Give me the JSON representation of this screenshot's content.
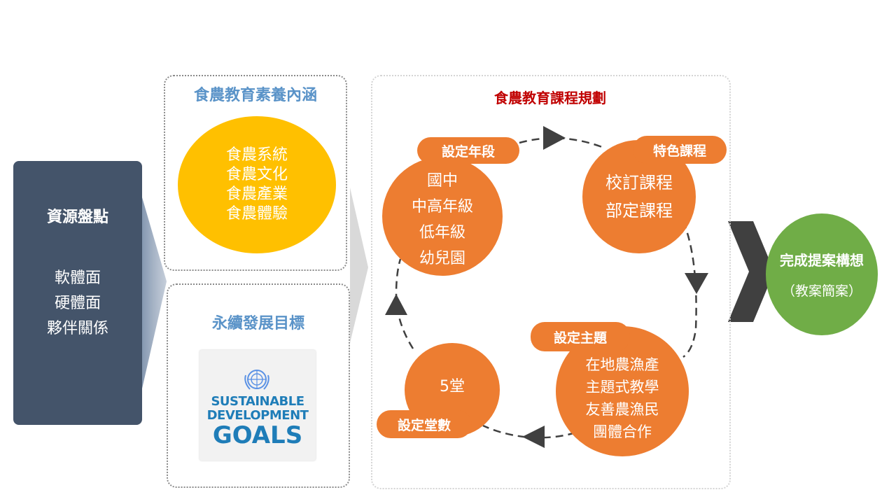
{
  "resource": {
    "title": "資源盤點",
    "lines": [
      "軟體面",
      "硬體面",
      "夥伴關係"
    ]
  },
  "literacy": {
    "title": "食農教育素養內涵",
    "items": [
      "食農系統",
      "食農文化",
      "食農產業",
      "食農體驗"
    ]
  },
  "sdg_section": {
    "title": "永續發展目標",
    "logo_words": [
      "SUSTAINABLE",
      "DEVELOPMENT",
      "GOALS"
    ]
  },
  "planning": {
    "title": "食農教育課程規劃",
    "steps": [
      {
        "label": "設定年段",
        "items": [
          "國中",
          "中高年級",
          "低年級",
          "幼兒園"
        ]
      },
      {
        "label": "特色課程",
        "items": [
          "校訂課程",
          "部定課程"
        ]
      },
      {
        "label": "設定主題",
        "items": [
          "在地農漁產",
          "主題式教學",
          "友善農漁民",
          "團體合作"
        ]
      },
      {
        "label": "設定堂數",
        "items": [
          "5堂"
        ]
      }
    ]
  },
  "result": {
    "title": "完成提案構想",
    "subtitle": "（教案簡案）"
  },
  "colors": {
    "resource_box": "#44546a",
    "section_title": "#5a93c8",
    "planning_title": "#c00000",
    "literacy_circle": "#ffc000",
    "step_orange": "#ed7d31",
    "result_green": "#70ad47"
  }
}
